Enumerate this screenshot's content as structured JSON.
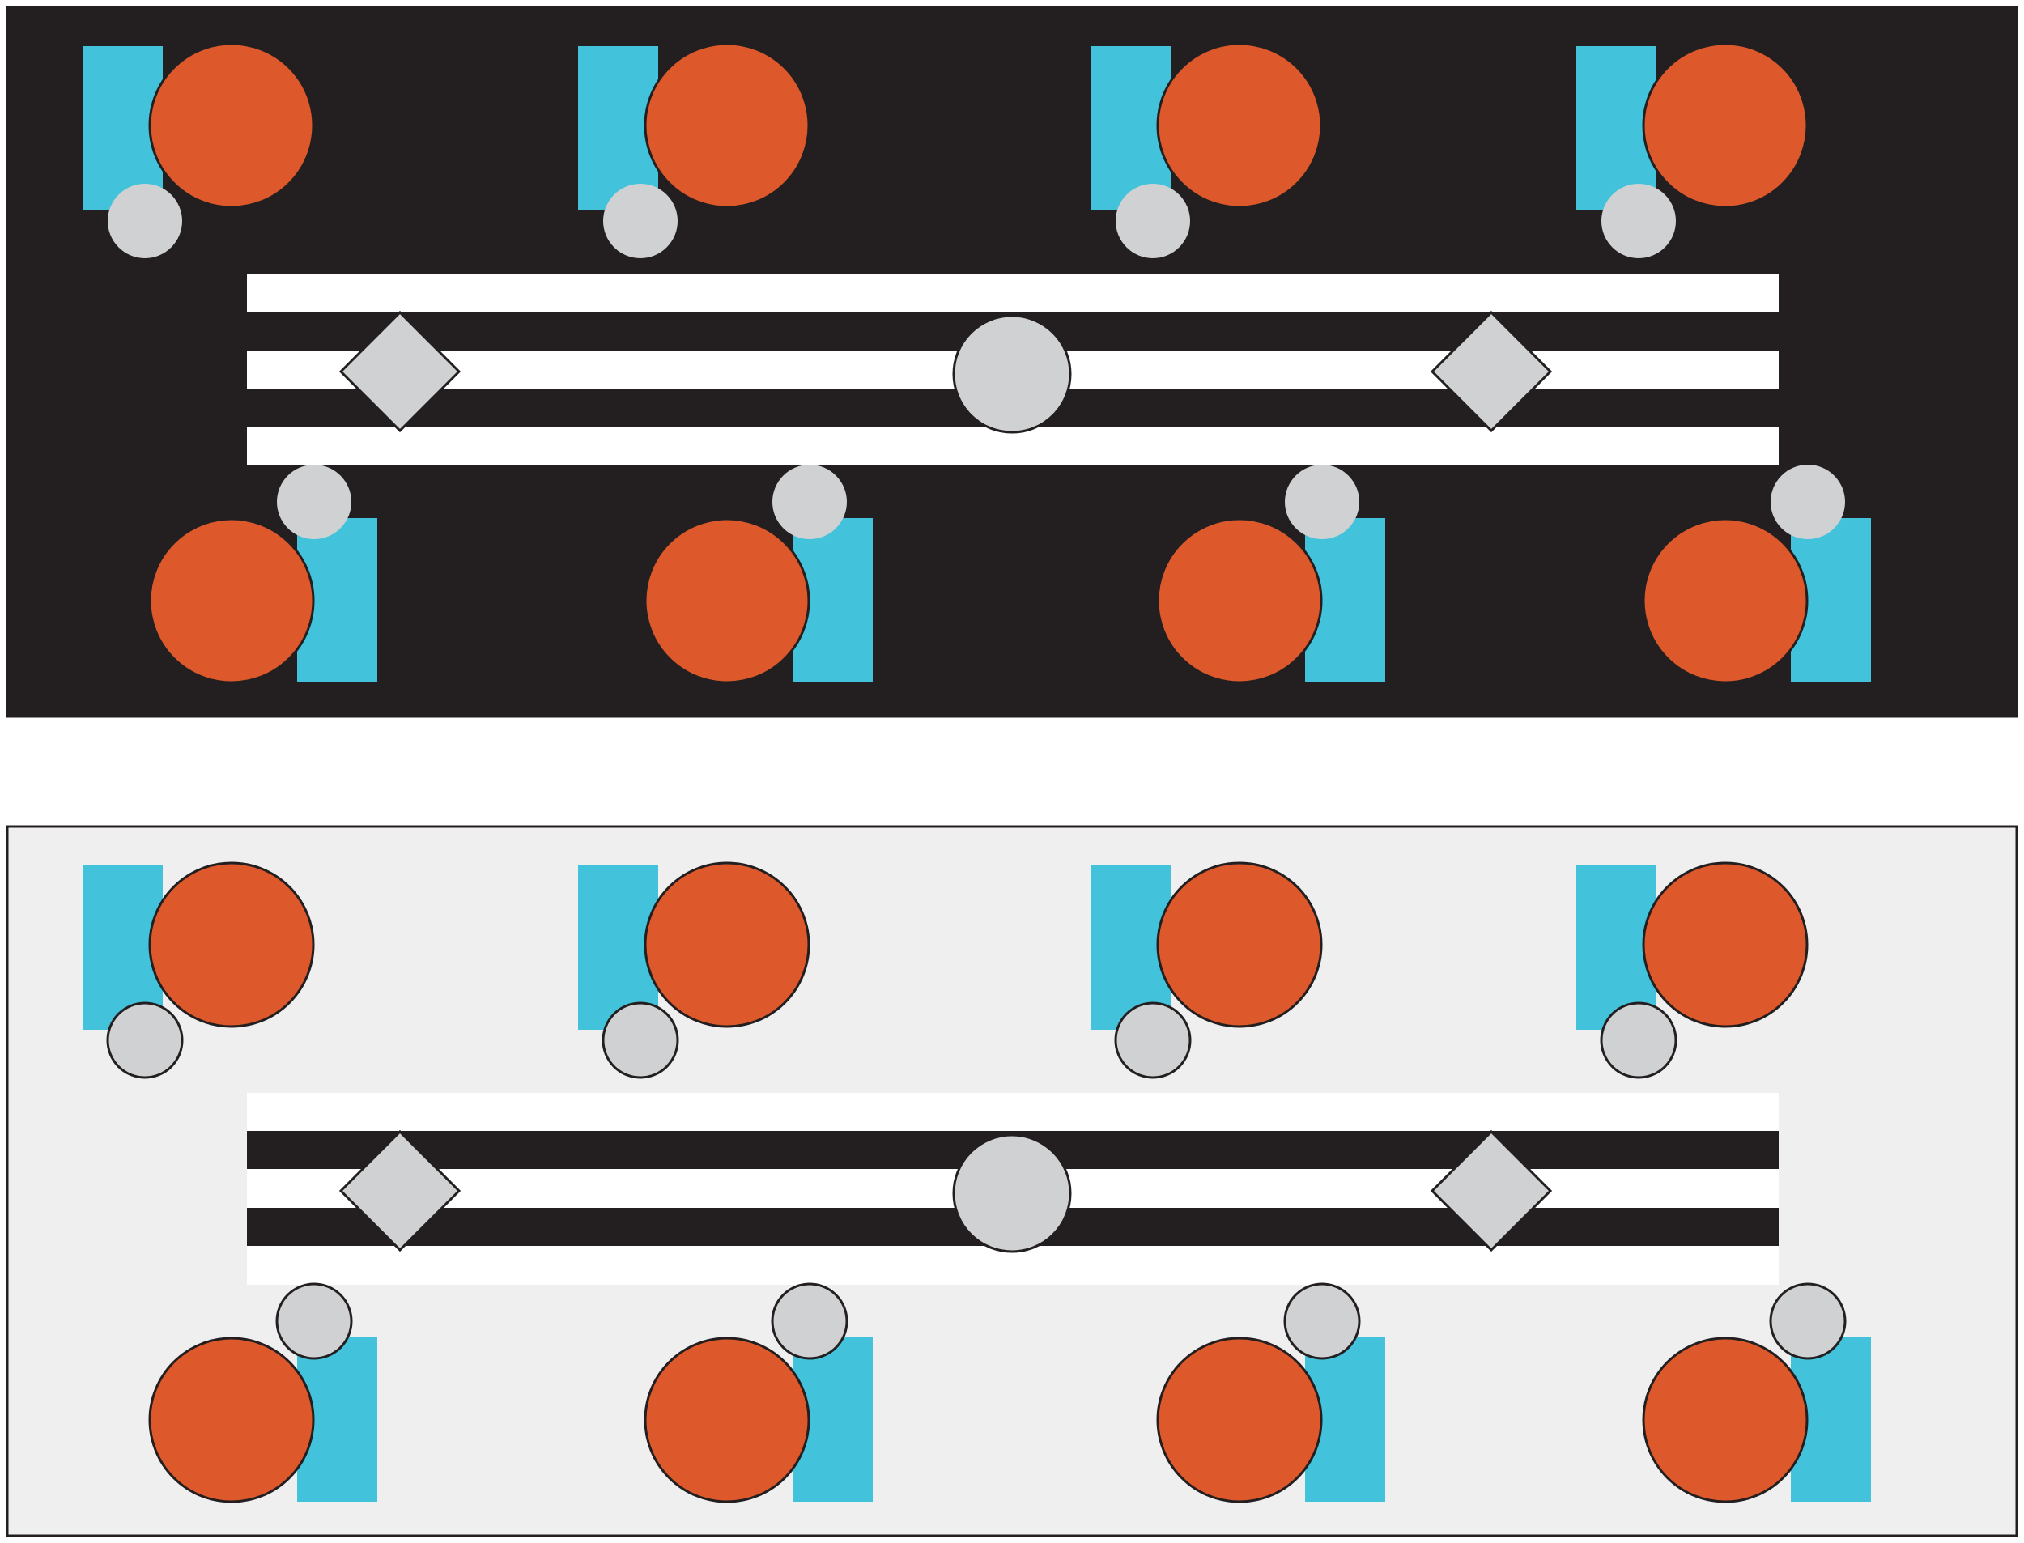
{
  "diagram": {
    "panels": [
      {
        "id": "dark",
        "background": "#231f20",
        "border": "#231f20",
        "stripes": "white-on-dark"
      },
      {
        "id": "light",
        "background": "#efefef",
        "border": "#231f20",
        "stripes": "alternating-black-white"
      }
    ],
    "colors": {
      "large_circle": "#dd582b",
      "rectangle": "#42c3db",
      "small_circle": "#d0d1d3",
      "diamond": "#d0d1d3",
      "center_circle": "#d0d1d3",
      "stroke": "#231f20",
      "stripe_white": "#ffffff",
      "stripe_black": "#231f20"
    }
  }
}
